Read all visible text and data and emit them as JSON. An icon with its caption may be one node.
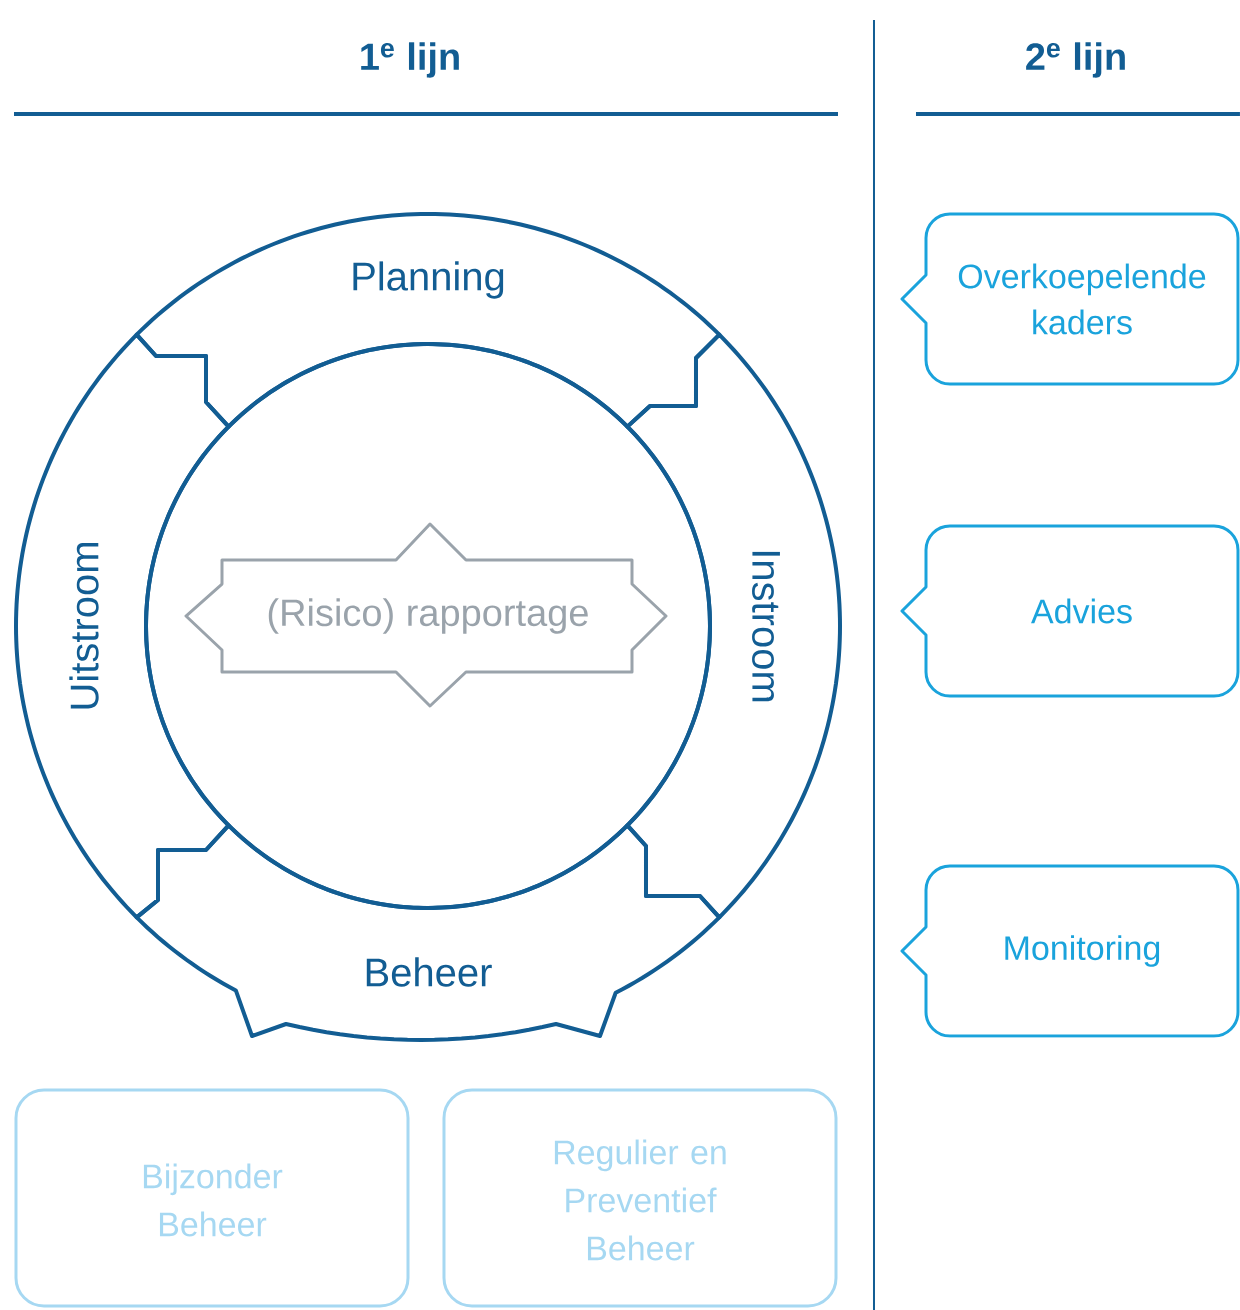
{
  "diagram": {
    "nodes": [
      {
        "text": [
          "Planning"
        ]
      },
      {
        "text": [
          "Uitstroom"
        ]
      },
      {
        "text": [
          "Instroom"
        ]
      },
      {
        "text": [],
        "shape": "circle"
      },
      {
        "text": [
          "(Risico) rapportage"
        ],
        "in": 3
      },
      {
        "text": [
          "Beheer"
        ]
      },
      {
        "text": [
          "Overkoepelende kaders"
        ]
      },
      {
        "text": [
          "Advies"
        ]
      },
      {
        "text": [
          "Monitoring"
        ]
      },
      {
        "text": [
          "Bijzonder Beheer"
        ]
      },
      {
        "text": [
          "Regulier en Preventief Beheer"
        ]
      }
    ],
    "labels": [
      "1$^{e}$ lijn",
      "2$^{e}$ lijn"
    ]
  }
}
